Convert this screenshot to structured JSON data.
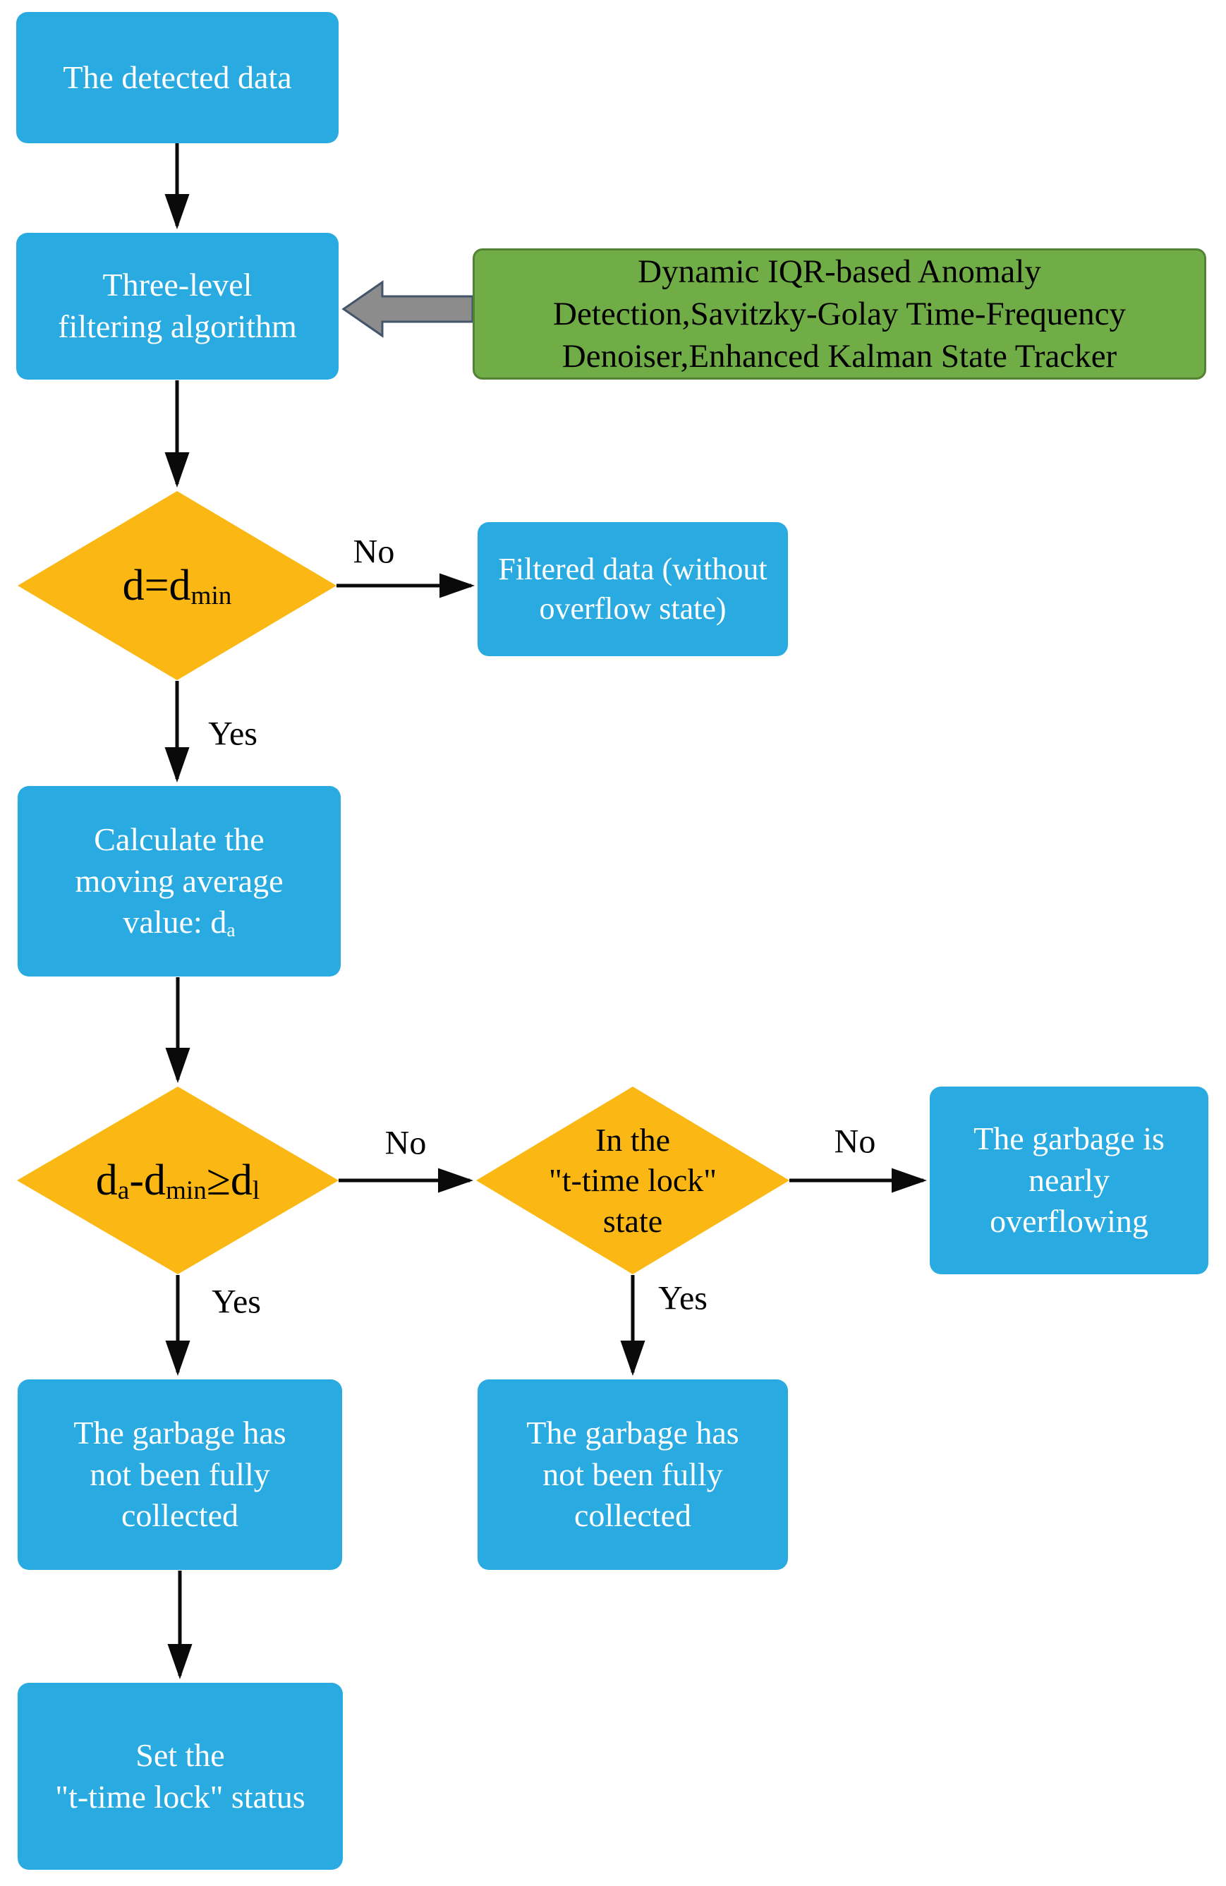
{
  "title": "Three-level filtering flowchart",
  "colors": {
    "node_blue": "#29ABE2",
    "node_yellow": "#FBB814",
    "node_green": "#70AD47",
    "green_border": "#538135",
    "gray_arrow_fill": "#8C8C8C",
    "gray_arrow_border": "#44546A",
    "flow_arrow": "#0A0A0A",
    "box_text": "#FFFFFF",
    "diamond_text": "#000000"
  },
  "nodes": {
    "start": {
      "label": "The detected data"
    },
    "filter": {
      "lines": [
        "Three-level",
        "filtering algorithm"
      ]
    },
    "algorithms": {
      "lines": [
        "Dynamic IQR-based Anomaly",
        "Detection,Savitzky-Golay Time-Frequency",
        "Denoiser,Enhanced Kalman State Tracker"
      ]
    },
    "decision_min": {
      "pre": "d=d",
      "sub": "min"
    },
    "filtered": {
      "lines": [
        "Filtered data (without",
        "overflow state)"
      ]
    },
    "calc": {
      "lines": [
        "Calculate the",
        "moving average"
      ],
      "last_pre": "value: d",
      "last_sub": "a"
    },
    "decision_threshold": {
      "p1": "d",
      "s1": "a",
      "p2": "-d",
      "s2": "min",
      "p3": "≥d",
      "s3": "l"
    },
    "decision_lock": {
      "lines": [
        "In the",
        "\"t-time lock\"",
        "state"
      ]
    },
    "overflow": {
      "lines": [
        "The garbage is",
        "nearly",
        "overflowing"
      ]
    },
    "not_collected_left": {
      "lines": [
        "The garbage has",
        "not been fully",
        "collected"
      ]
    },
    "not_collected_mid": {
      "lines": [
        "The garbage has",
        "not been fully",
        "collected"
      ]
    },
    "set_lock": {
      "lines": [
        "Set the",
        "\"t-time lock\" status"
      ]
    }
  },
  "edge_labels": {
    "no1": "No",
    "yes1": "Yes",
    "no2": "No",
    "yes2": "Yes",
    "no3": "No",
    "yes3": "Yes"
  }
}
